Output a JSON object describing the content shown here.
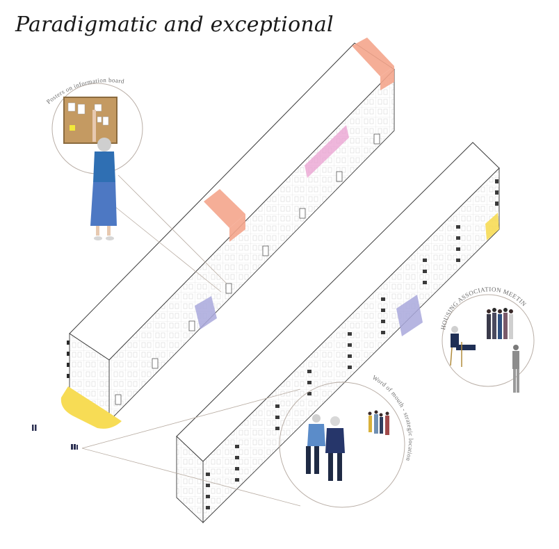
{
  "title": "Paradigmatic and exceptional",
  "annotations": {
    "posters": "Posters on information board",
    "meetings": "HOUSING ASSOCIATION MEETINGS",
    "word_of_mouth": "Word of mouth - strategic location"
  },
  "colors": {
    "salmon": "#f4a58c",
    "pink": "#e99fd0",
    "lavender": "#a9a8dc",
    "yellow": "#f7dc55",
    "outline": "#3a3a3a",
    "leader": "#b8aca2",
    "circle": "#b9aea6"
  }
}
